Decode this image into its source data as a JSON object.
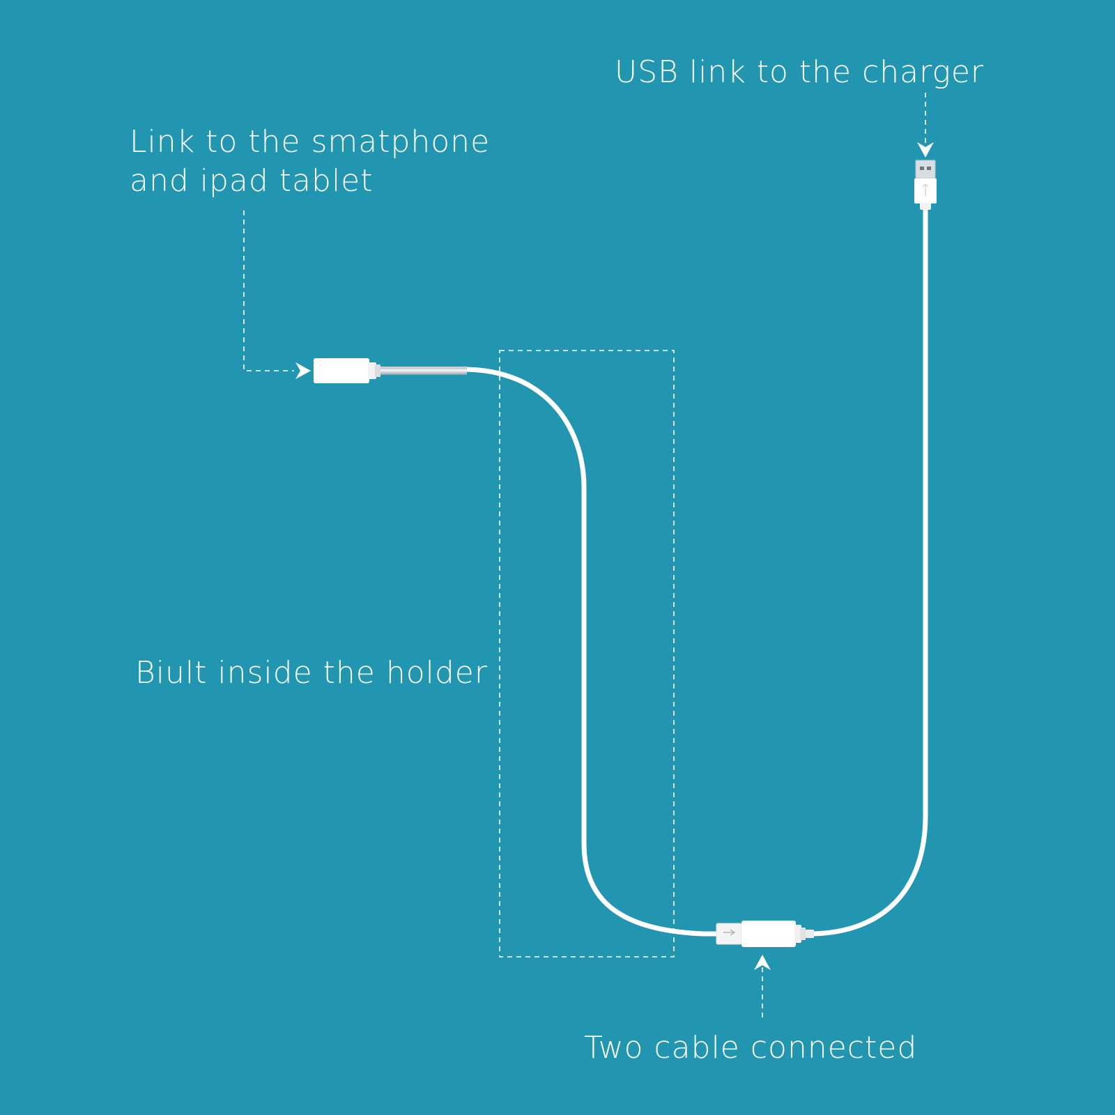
{
  "labels": {
    "usb_charger": "USB link to the charger",
    "phone_line1": "Link to the smatphone",
    "phone_line2": "and ipad tablet",
    "holder": "Biult inside the holder",
    "connected": "Two cable connected"
  },
  "colors": {
    "background": "#2296b0",
    "cable": "#ffffff",
    "annotation": "#ffffff"
  },
  "icons": {
    "usb_plug": "usb-a-male-plug-icon",
    "usb_socket": "usb-a-female-socket-icon",
    "connector_joint": "usb-joint-icon"
  }
}
